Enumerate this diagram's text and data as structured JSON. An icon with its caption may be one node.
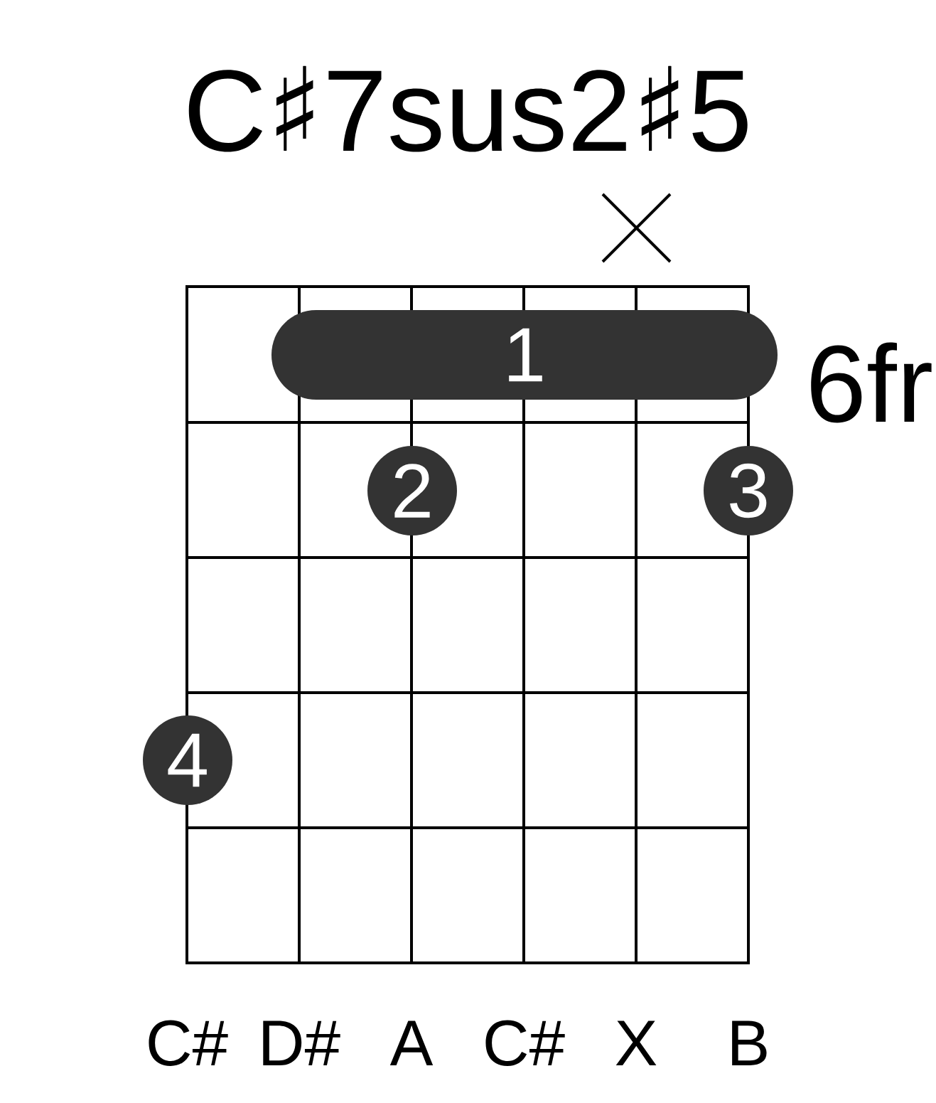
{
  "diagram": {
    "title": "C♯7sus2♯5",
    "nodes": [
      {
        "text": [
          "1"
        ]
      },
      {
        "text": [
          "2"
        ]
      },
      {
        "text": [
          "3"
        ]
      },
      {
        "text": [
          "4"
        ]
      }
    ],
    "labels": [
      "6fr",
      "C#",
      "D#",
      "A",
      "C#",
      "X",
      "B"
    ]
  }
}
